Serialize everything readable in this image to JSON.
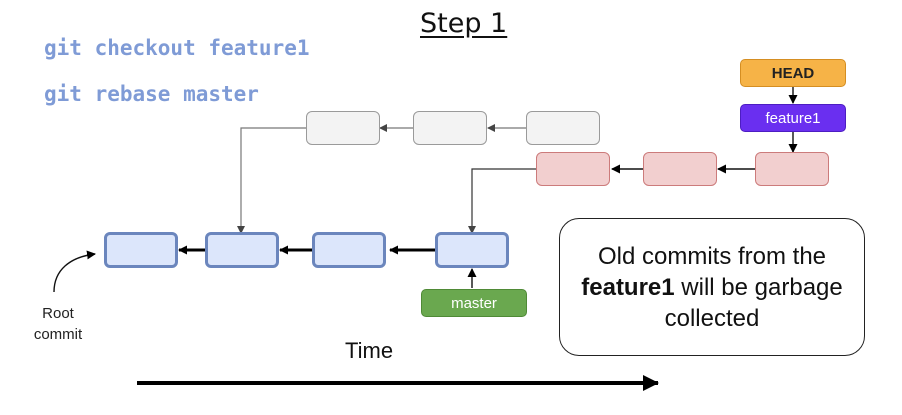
{
  "title": "Step 1",
  "commands": [
    "git checkout feature1",
    "git rebase master"
  ],
  "labels": {
    "head": "HEAD",
    "feature": "feature1",
    "master": "master"
  },
  "note": {
    "prefix": "Old commits from the",
    "branch": "feature1",
    "suffix": "will be garbage collected"
  },
  "root_label": "Root commit",
  "time_label": "Time",
  "colors": {
    "commit_blue_fill": "#dce6fb",
    "commit_blue_border": "#6b86bd",
    "commit_old_fill": "#f3f3f3",
    "commit_rebased_fill": "#f2cfcf",
    "head_color": "#f6b347",
    "feature_color": "#6a2ff0",
    "master_color": "#6aa84f",
    "command_color": "#7f9bd6"
  }
}
